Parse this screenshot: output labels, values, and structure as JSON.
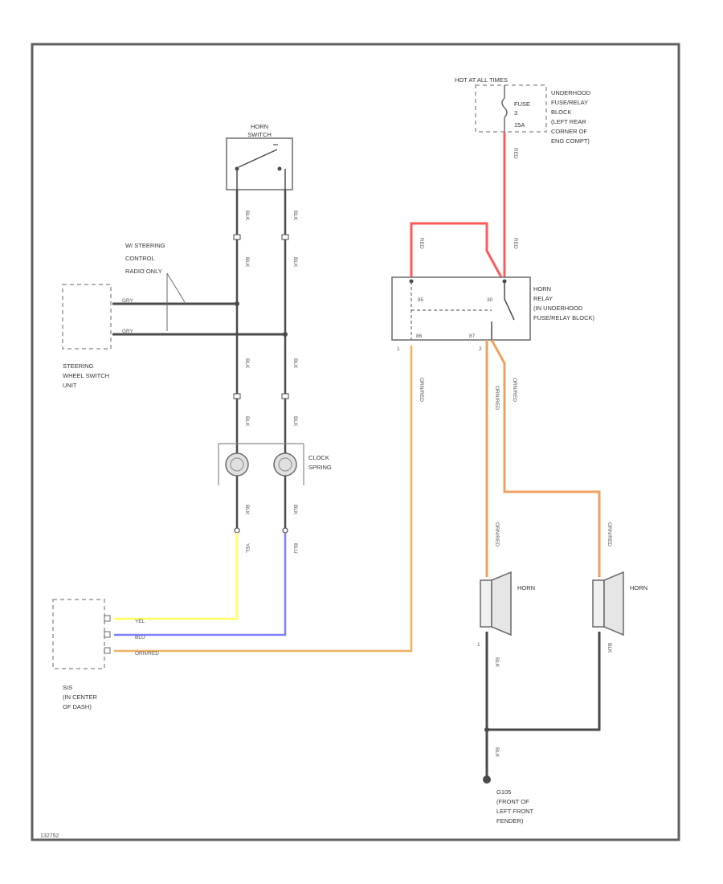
{
  "colors": {
    "frame": "#606060",
    "black_wire": "#4a4a4a",
    "red_wire": "#ff5a5a",
    "orange_wire": "#f0b060",
    "yellow_wire": "#ffff60",
    "blue_wire": "#8080ff",
    "component": "#6a6a6a",
    "dashed": "#9a9a9a"
  },
  "components": {
    "horn_switch": {
      "label_line1": "HORN",
      "label_line2": "SWITCH"
    },
    "steering_control": {
      "label_line1": "W/ STEERING",
      "label_line2": "CONTROL",
      "label_line3": "RADIO ONLY"
    },
    "steering_wheel_switch": {
      "label_line1": "STEERING",
      "label_line2": "WHEEL SWITCH",
      "label_line3": "UNIT"
    },
    "clock_spring": {
      "label_line1": "CLOCK",
      "label_line2": "SPRING"
    },
    "power": {
      "label_top": "HOT AT ALL TIMES",
      "fuse_line1": "FUSE",
      "fuse_line2": "3",
      "fuse_rating": "15A"
    },
    "fuse_block": {
      "line1": "UNDERHOOD",
      "line2": "FUSE/RELAY",
      "line3": "BLOCK",
      "line4": "(LEFT REAR",
      "line5": "CORNER OF",
      "line6": "ENG COMPT)"
    },
    "horn_relay": {
      "line1": "HORN",
      "line2": "RELAY",
      "line3": "(IN UNDERHOOD",
      "line4": "FUSE/RELAY BLOCK)",
      "pin_85": "85",
      "pin_30": "30",
      "pin_86": "86",
      "pin_87": "87",
      "pin_1": "1",
      "pin_2": "2"
    },
    "sis": {
      "line1": "SIS",
      "line2": "(IN CENTER",
      "line3": "OF DASH)"
    },
    "horn_left": {
      "label": "HORN",
      "pin": "1"
    },
    "horn_right": {
      "label": "HORN"
    },
    "ground": {
      "line1": "G105",
      "line2": "(FRONT OF",
      "line3": "LEFT FRONT",
      "line4": "FENDER)"
    }
  },
  "wires": {
    "blk": "BLK",
    "red": "RED",
    "orange": "ORN/RED",
    "yel": "YEL",
    "blu": "BLU",
    "gry": "GRY"
  },
  "sis_pins": [
    "YEL",
    "BLU",
    "ORN/RED"
  ],
  "figure_id": "132752"
}
